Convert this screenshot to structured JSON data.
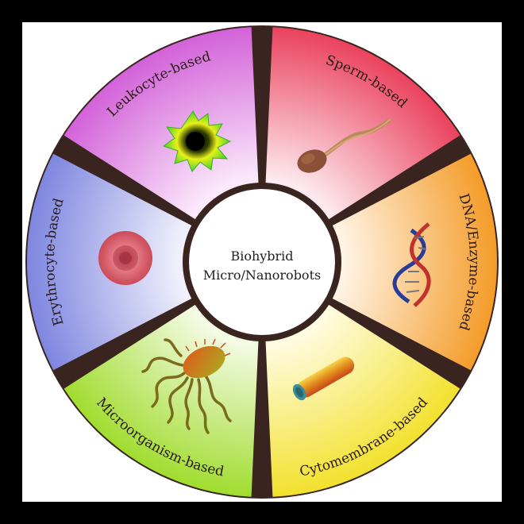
{
  "center": {
    "line1": "Biohybrid",
    "line2": "Micro/Nanorobots"
  },
  "segments": [
    {
      "label": "Sperm-based",
      "icon": "sperm-icon",
      "color": "#ea3f5a"
    },
    {
      "label": "DNA/Enzyme-based",
      "icon": "dna-helix-icon",
      "color": "#f49a25"
    },
    {
      "label": "Cytomembrane-based",
      "icon": "membrane-tube-icon",
      "color": "#f2e12a"
    },
    {
      "label": "Microorganism-based",
      "icon": "microorganism-icon",
      "color": "#9fdc2c"
    },
    {
      "label": "Erythrocyte-based",
      "icon": "erythrocyte-icon",
      "color": "#7c84df"
    },
    {
      "label": "Leukocyte-based",
      "icon": "leukocyte-icon",
      "color": "#d25fd8"
    }
  ],
  "colors": {
    "background": "#000000",
    "frame": "#ffffff",
    "divider": "#3a2420"
  }
}
